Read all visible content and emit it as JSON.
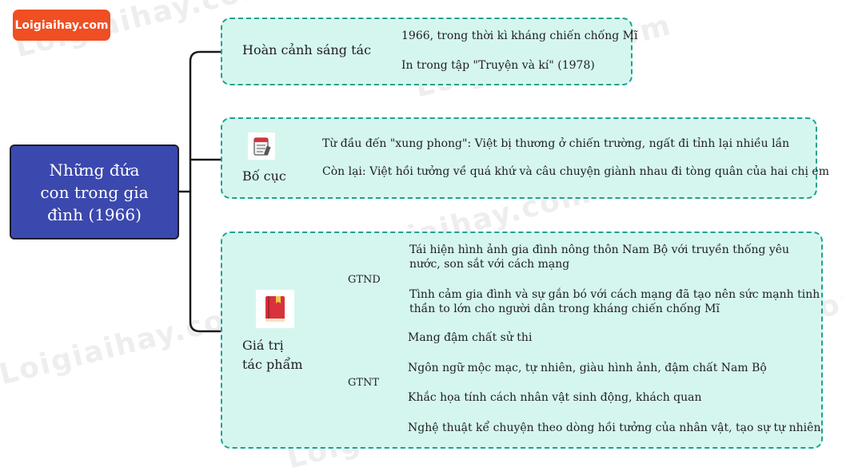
{
  "logo": "Loigiaihay.com",
  "watermark": "Loigiaihay.com",
  "root": {
    "line1": "Những đứa",
    "line2": "con trong gia",
    "line3": "đình (1966)"
  },
  "hoan_canh": {
    "title": "Hoàn cảnh sáng tác",
    "items": [
      "1966, trong thời kì kháng chiến chống Mĩ",
      "In trong tập \"Truyện và kí\" (1978)"
    ]
  },
  "bo_cuc": {
    "title": "Bố cục",
    "items": [
      "Từ đầu đến \"xung phong\": Việt bị thương ở chiến trường, ngất đi tỉnh lại nhiều lần",
      "Còn lại: Việt hồi tưởng về quá khứ và câu chuyện giành nhau đi tòng quân của hai chị em"
    ]
  },
  "gia_tri": {
    "title_line1": "Giá trị",
    "title_line2": "tác phẩm",
    "gtnd": {
      "label": "GTND",
      "items": [
        {
          "line1": "Tái hiện hình ảnh gia đình nông thôn Nam Bộ với truyền thống yêu",
          "line2": "nước, son sắt với cách mạng"
        },
        {
          "line1": "Tình cảm gia đình và sự gắn bó với cách mạng đã tạo nên sức mạnh tinh",
          "line2": "thần to lớn cho người dân trong kháng chiến chống Mĩ"
        }
      ]
    },
    "gtnt": {
      "label": "GTNT",
      "items": [
        "Mang đậm chất sử thi",
        "Ngôn ngữ mộc mạc, tự nhiên, giàu hình ảnh, đậm chất Nam Bộ",
        "Khắc họa tính cách nhân vật sinh động, khách quan",
        "Nghệ thuật kể chuyện theo dòng hồi tưởng của nhân vật, tạo sự tự nhiên"
      ]
    }
  },
  "colors": {
    "root_fill": "#3b48ad",
    "box_fill": "#d5f6ef",
    "box_border": "#1aa38e",
    "logo_fill": "#f04e23",
    "icon_book": "#d8323c"
  }
}
